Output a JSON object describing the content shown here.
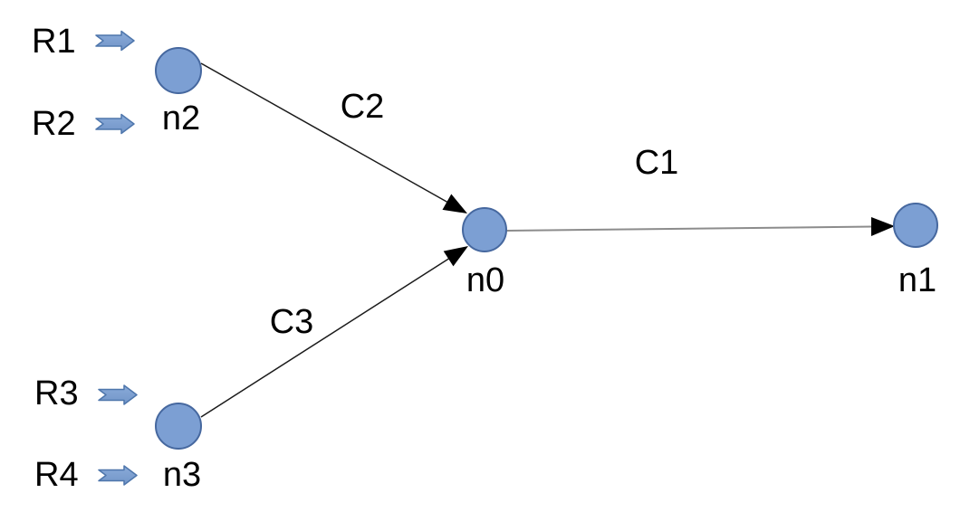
{
  "diagram": {
    "type": "network-topology",
    "nodes": [
      {
        "id": "n2",
        "label": "n2"
      },
      {
        "id": "n3",
        "label": "n3"
      },
      {
        "id": "n0",
        "label": "n0"
      },
      {
        "id": "n1",
        "label": "n1"
      }
    ],
    "edges": [
      {
        "id": "C2",
        "label": "C2",
        "from": "n2",
        "to": "n0"
      },
      {
        "id": "C3",
        "label": "C3",
        "from": "n3",
        "to": "n0"
      },
      {
        "id": "C1",
        "label": "C1",
        "from": "n0",
        "to": "n1"
      }
    ],
    "external_inputs": [
      {
        "label": "R1",
        "target": "n2"
      },
      {
        "label": "R2",
        "target": "n2"
      },
      {
        "label": "R3",
        "target": "n3"
      },
      {
        "label": "R4",
        "target": "n3"
      }
    ],
    "colors": {
      "background": "#ffffff",
      "node_fill": "#7C9FD3",
      "node_stroke": "#46689F",
      "input_arrow_fill": "#7D9FD2",
      "input_arrow_stroke": "#4E76AC",
      "edge_stroke": "#1a1a1a",
      "edge_c1_stroke": "#8c8c8c",
      "arrowhead_fill": "#000000",
      "text": "#000000"
    }
  }
}
